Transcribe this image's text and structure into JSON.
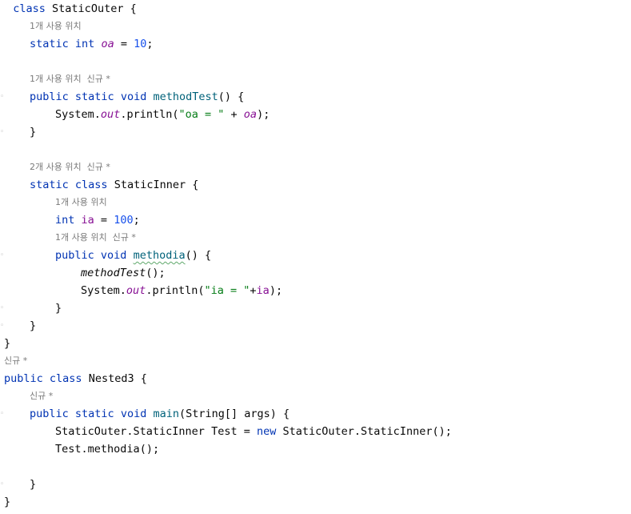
{
  "hints": {
    "used_1": "1개 사용 위치",
    "used_1_new": "1개 사용 위치  신규 *",
    "used_2_new": "2개 사용 위치  신규 *",
    "new": "신규 *"
  },
  "code": {
    "kw_class": "class",
    "kw_static": "static",
    "kw_int": "int",
    "kw_public": "public",
    "kw_void": "void",
    "kw_new": "new",
    "outer_name": "StaticOuter",
    "inner_name": "StaticInner",
    "nested_name": "Nested3",
    "field_oa": "oa",
    "field_ia": "ia",
    "val_10": "10",
    "val_100": "100",
    "method_test": "methodTest",
    "method_ia": "methodia",
    "method_main": "main",
    "system": "System",
    "out": "out",
    "println": "println",
    "str_oa": "\"oa = \"",
    "str_ia": "\"ia = \"",
    "args_sig": "(String[] args) {",
    "var_test": "Test",
    "outer_inner_type": "StaticOuter.StaticInner",
    "outer_inner_ctor": "StaticOuter.StaticInner",
    "open_brace": " {",
    "close_brace": "}"
  }
}
